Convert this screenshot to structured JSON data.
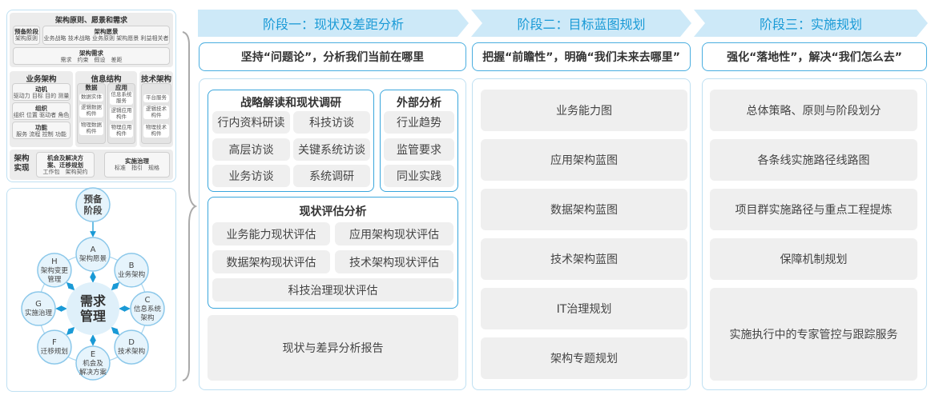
{
  "left_top": {
    "title": "架构原则、愿景和需求",
    "prelim": {
      "title": "预备阶段",
      "items": "架构原则"
    },
    "vision": {
      "title": "架构愿景",
      "items": "业务战略 技术战略 业务原则 架构愿景 利益相关者"
    },
    "requirements": {
      "title": "架构需求",
      "items": "需求　约束　假设　差距"
    },
    "business": {
      "title": "业务架构",
      "groups": [
        {
          "title": "动机",
          "items": "驱动力 目标 目的 测量"
        },
        {
          "title": "组织",
          "items": "组织 位置 驱动者 角色"
        },
        {
          "title": "功能",
          "items": "服务 流程 控制 功能"
        }
      ]
    },
    "info": {
      "title": "信息结构",
      "data": {
        "title": "数据",
        "items": [
          "数据实体",
          "逻辑数据构件",
          "物理数据构件"
        ]
      },
      "app": {
        "title": "应用",
        "items": [
          "信息系统服务",
          "逻辑应用构件",
          "物理应用构件"
        ]
      }
    },
    "tech": {
      "title": "技术架构",
      "items": [
        "平台服务",
        "逻辑技术构件",
        "物理技术构件"
      ]
    },
    "realize": {
      "title": "架构实现",
      "opp": {
        "title": "机会及解决方案、迁移规划",
        "items": "工作包　架构契约"
      },
      "gov": {
        "title": "实施治理",
        "items": "标准　指引　规格"
      }
    }
  },
  "cycle": {
    "center": [
      "需求",
      "管理"
    ],
    "prelim": [
      "预备",
      "阶段"
    ],
    "nodes": [
      {
        "letter": "A",
        "label": [
          "架构愿景"
        ]
      },
      {
        "letter": "B",
        "label": [
          "业务架构"
        ]
      },
      {
        "letter": "C",
        "label": [
          "信息系统",
          "架构"
        ]
      },
      {
        "letter": "D",
        "label": [
          "技术架构"
        ]
      },
      {
        "letter": "E",
        "label": [
          "机会及",
          "解决方案"
        ]
      },
      {
        "letter": "F",
        "label": [
          "迁移规划"
        ]
      },
      {
        "letter": "G",
        "label": [
          "实施治理"
        ]
      },
      {
        "letter": "H",
        "label": [
          "架构变更",
          "管理"
        ]
      }
    ]
  },
  "stages": [
    {
      "title": "阶段一：现状及差距分析",
      "subtitle": "坚持“问题论”，分析我们当前在哪里"
    },
    {
      "title": "阶段二：目标蓝图规划",
      "subtitle": "把握“前瞻性”，明确“我们未来去哪里”"
    },
    {
      "title": "阶段三：实施规划",
      "subtitle": "强化“落地性”，解决“我们怎么去”"
    }
  ],
  "stage1": {
    "strategy": {
      "title": "战略解读和现状调研",
      "items": [
        "行内资料研读",
        "科技访谈",
        "高层访谈",
        "关键系统访谈",
        "业务访谈",
        "系统调研"
      ]
    },
    "external": {
      "title": "外部分析",
      "items": [
        "行业趋势",
        "监管要求",
        "同业实践"
      ]
    },
    "assessment": {
      "title": "现状评估分析",
      "items": [
        "业务能力现状评估",
        "应用架构现状评估",
        "数据架构现状评估",
        "技术架构现状评估",
        "科技治理现状评估"
      ]
    },
    "report": "现状与差异分析报告"
  },
  "stage2": {
    "items": [
      "业务能力图",
      "应用架构蓝图",
      "数据架构蓝图",
      "技术架构蓝图",
      "IT治理规划",
      "架构专题规划"
    ]
  },
  "stage3": {
    "items": [
      "总体策略、原则与阶段划分",
      "各条线实施路径线路图",
      "项目群实施路径与重点工程提炼",
      "保障机制规划",
      "实施执行中的专家管控与跟踪服务"
    ]
  },
  "colors": {
    "accent": "#1a9ad6",
    "stage_bg": "#cde9f8",
    "tile": "#efefef",
    "border": "#3aa6dc"
  }
}
